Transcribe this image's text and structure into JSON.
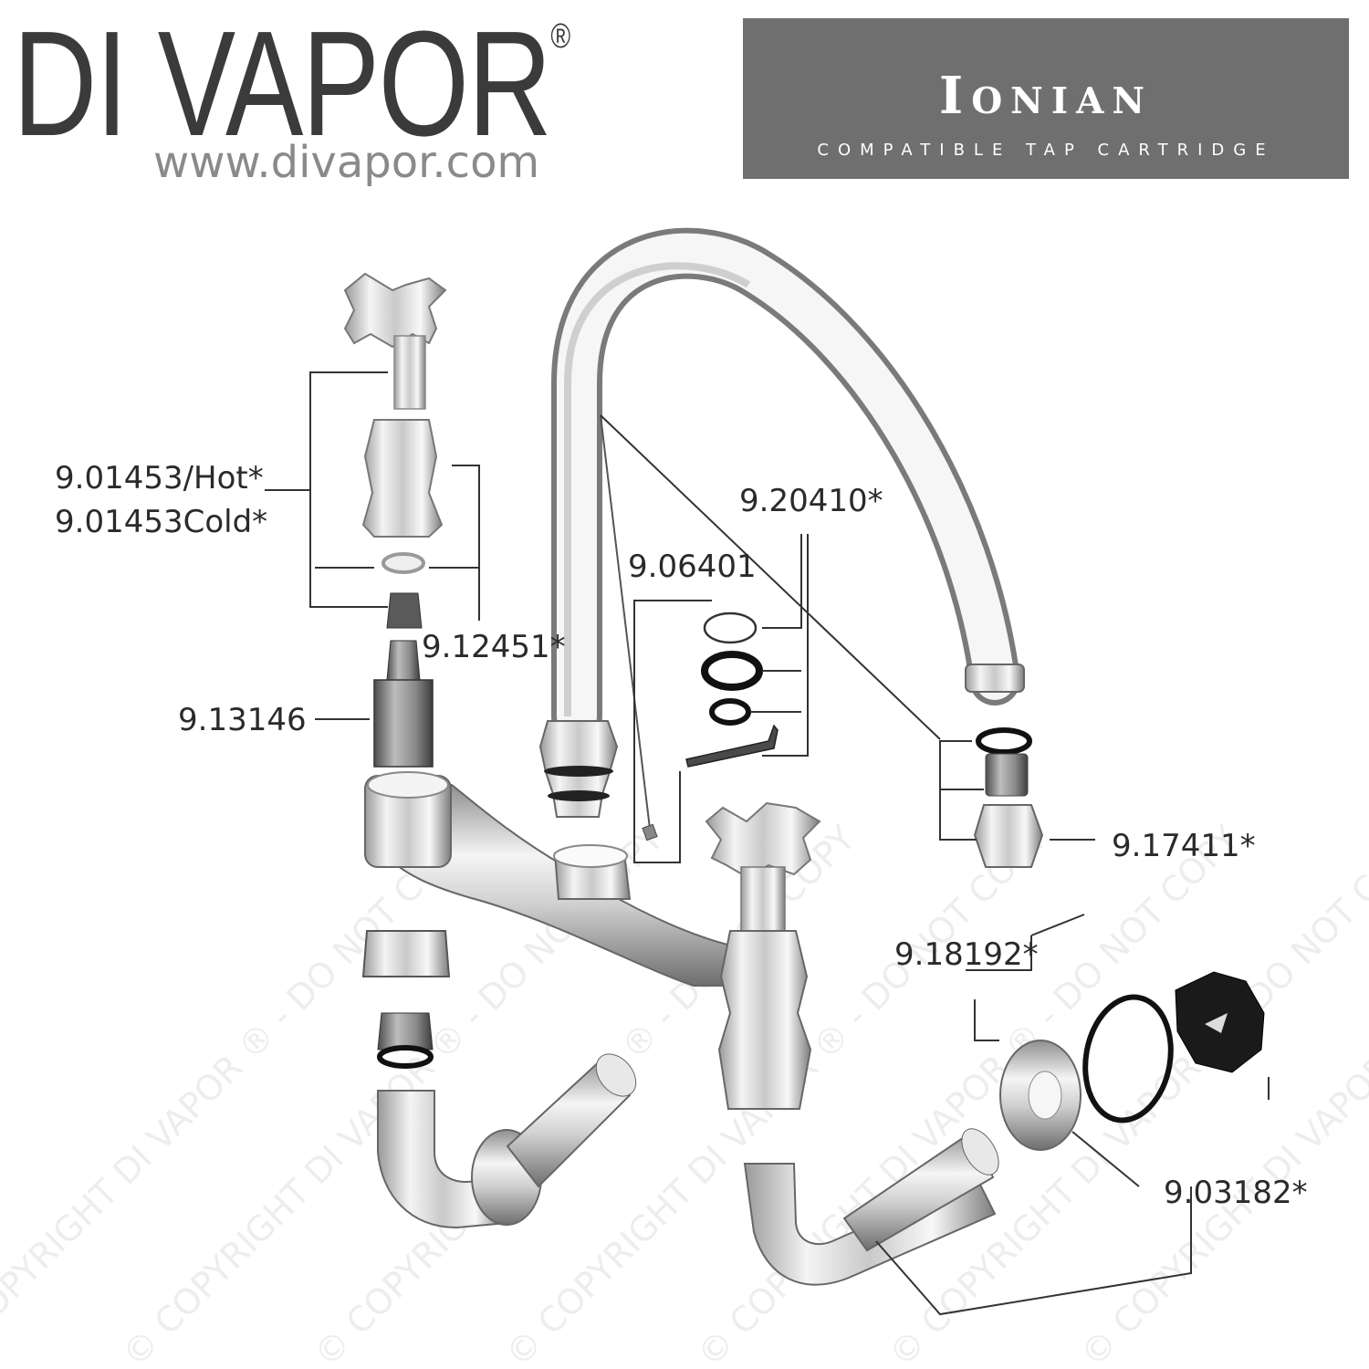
{
  "brand": {
    "name": "DI VAPOR",
    "registered_mark": "®",
    "url": "www.divapor.com"
  },
  "banner": {
    "model": "Ionian",
    "subtitle": "COMPATIBLE TAP CARTRIDGE"
  },
  "watermark": "© COPYRIGHT DI VAPOR ® - DO NOT COPY",
  "parts": {
    "handle_assembly_hot": "9.01453/Hot*",
    "handle_assembly_cold": "9.01453Cold*",
    "washer": "9.12451*",
    "cartridge": "9.13146",
    "spout_seal_kit": "9.06401",
    "spout": "9.20410*",
    "aerator": "9.17411*",
    "inlet_seal": "9.18192*",
    "inlet_connector": "9.03182*"
  },
  "colors": {
    "logo": "#3b3b3b",
    "url": "#8a8a8a",
    "banner_bg": "#6f6f6f",
    "chrome_light": "#f2f2f2",
    "chrome_dark": "#6d6d6d",
    "rubber": "#111111",
    "leader_line": "#333333"
  }
}
